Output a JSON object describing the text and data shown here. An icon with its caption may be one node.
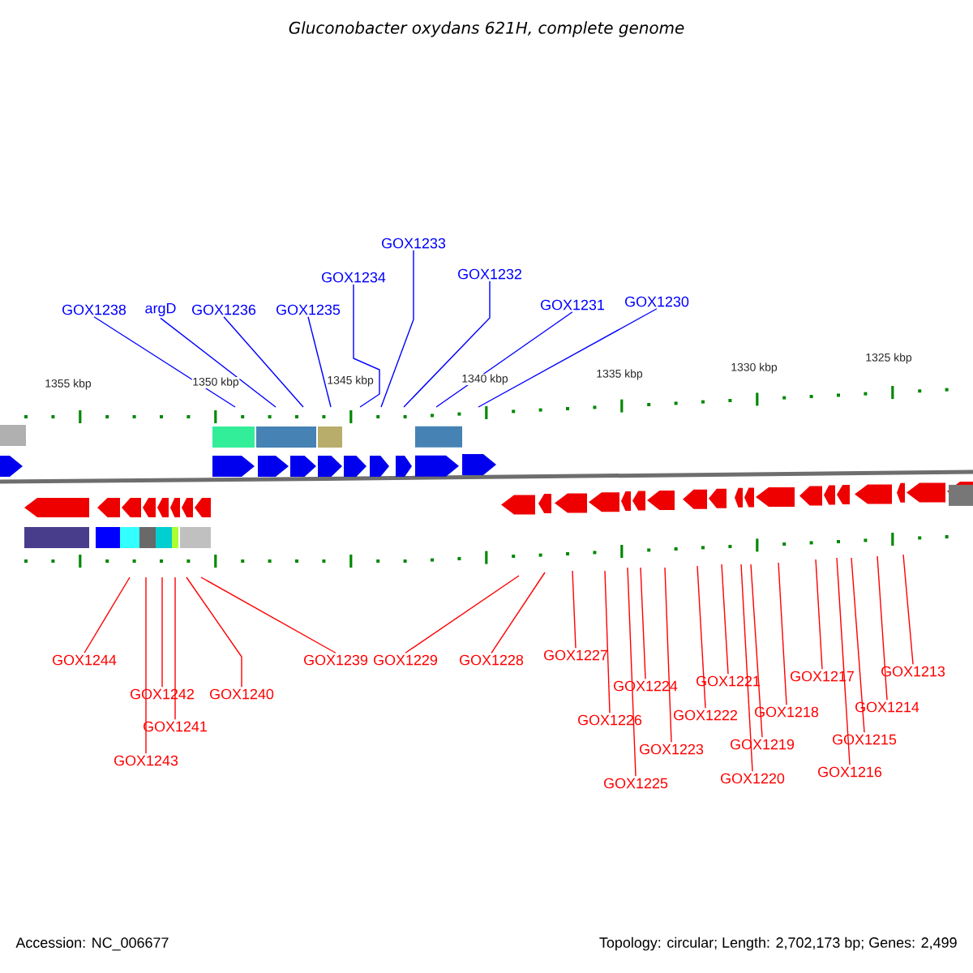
{
  "diagram": {
    "title": "Gluconobacter oxydans 621H, complete genome",
    "nodes": [
      {
        "text": [
          "GOX1238"
        ]
      },
      {
        "text": [
          "argD"
        ]
      },
      {
        "text": [
          "GOX1236"
        ]
      },
      {
        "text": [
          "GOX1235"
        ]
      },
      {
        "text": [
          "GOX1234"
        ]
      },
      {
        "text": [
          "GOX1233"
        ]
      },
      {
        "text": [
          "GOX1232"
        ]
      },
      {
        "text": [
          "GOX1231"
        ]
      },
      {
        "text": [
          "GOX1230"
        ]
      },
      {
        "text": [
          "GOX1244"
        ]
      },
      {
        "text": [
          "GOX1243"
        ]
      },
      {
        "text": [
          "GOX1242"
        ]
      },
      {
        "text": [
          "GOX1241"
        ]
      },
      {
        "text": [
          "GOX1240"
        ]
      },
      {
        "text": [
          "GOX1239"
        ]
      },
      {
        "text": [
          "GOX1229"
        ]
      },
      {
        "text": [
          "GOX1228"
        ]
      },
      {
        "text": [
          "GOX1227"
        ]
      },
      {
        "text": [
          "GOX1226"
        ]
      },
      {
        "text": [
          "GOX1225"
        ]
      },
      {
        "text": [
          "GOX1224"
        ]
      },
      {
        "text": [
          "GOX1223"
        ]
      },
      {
        "text": [
          "GOX1222"
        ]
      },
      {
        "text": [
          "GOX1221"
        ]
      },
      {
        "text": [
          "GOX1220"
        ]
      },
      {
        "text": [
          "GOX1219"
        ]
      },
      {
        "text": [
          "GOX1218"
        ]
      },
      {
        "text": [
          "GOX1217"
        ]
      },
      {
        "text": [
          "GOX1216"
        ]
      },
      {
        "text": [
          "GOX1215"
        ]
      },
      {
        "text": [
          "GOX1214"
        ]
      },
      {
        "text": [
          "GOX1213"
        ]
      }
    ],
    "edges": [
      {
        "from": 0,
        "to": null,
        "arrow": "none",
        "color": "#0000ff"
      },
      {
        "from": 1,
        "to": null,
        "arrow": "none",
        "color": "#0000ff"
      },
      {
        "from": 2,
        "to": null,
        "arrow": "none",
        "color": "#0000ff"
      },
      {
        "from": 3,
        "to": null,
        "arrow": "none",
        "color": "#0000ff"
      },
      {
        "from": 4,
        "to": null,
        "arrow": "none",
        "color": "#0000ff"
      },
      {
        "from": 5,
        "to": null,
        "arrow": "none",
        "color": "#0000ff"
      },
      {
        "from": 6,
        "to": null,
        "arrow": "none",
        "color": "#0000ff"
      },
      {
        "from": 7,
        "to": null,
        "arrow": "none",
        "color": "#0000ff"
      },
      {
        "from": 8,
        "to": null,
        "arrow": "none",
        "color": "#0000ff"
      },
      {
        "from": 9,
        "to": null,
        "arrow": "none"
      },
      {
        "from": 10,
        "to": null,
        "arrow": "none"
      },
      {
        "from": 11,
        "to": null,
        "arrow": "none"
      },
      {
        "from": 12,
        "to": null,
        "arrow": "none"
      },
      {
        "from": 13,
        "to": null,
        "arrow": "none"
      },
      {
        "from": 14,
        "to": null,
        "arrow": "none"
      },
      {
        "from": 15,
        "to": null,
        "arrow": "none"
      },
      {
        "from": 16,
        "to": null,
        "arrow": "none"
      },
      {
        "from": 17,
        "to": null,
        "arrow": "none"
      },
      {
        "from": 18,
        "to": null,
        "arrow": "none"
      },
      {
        "from": 19,
        "to": null,
        "arrow": "none"
      },
      {
        "from": 20,
        "to": null,
        "arrow": "none"
      },
      {
        "from": 21,
        "to": null,
        "arrow": "none"
      },
      {
        "from": 22,
        "to": null,
        "arrow": "none"
      },
      {
        "from": 23,
        "to": null,
        "arrow": "none"
      },
      {
        "from": 24,
        "to": null,
        "arrow": "none"
      },
      {
        "from": 25,
        "to": null,
        "arrow": "none"
      },
      {
        "from": 26,
        "to": null,
        "arrow": "none"
      },
      {
        "from": 27,
        "to": null,
        "arrow": "none"
      },
      {
        "from": 28,
        "to": null,
        "arrow": "none"
      },
      {
        "from": 29,
        "to": null,
        "arrow": "none"
      },
      {
        "from": 30,
        "to": null,
        "arrow": "none"
      },
      {
        "from": 31,
        "to": null,
        "arrow": "none"
      }
    ],
    "labels": [
      "1355 kbp",
      "1350 kbp",
      "1345 kbp",
      "1340 kbp",
      "1335 kbp",
      "1330 kbp",
      "1325 kbp",
      "Accession: NC_006677",
      "Topology: circular; Length: 2,702,173 bp; Genes: 2,499"
    ]
  }
}
